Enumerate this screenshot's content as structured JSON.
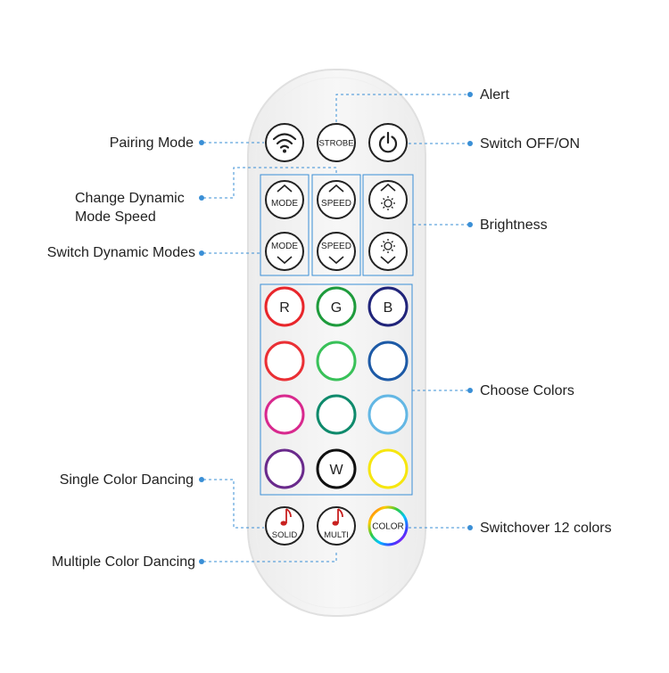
{
  "callouts": {
    "alert": "Alert",
    "switch_off_on": "Switch OFF/ON",
    "brightness": "Brightness",
    "choose_colors": "Choose Colors",
    "switchover_12_colors": "Switchover 12 colors",
    "pairing_mode": "Pairing Mode",
    "change_dynamic_mode_speed_1": "Change Dynamic",
    "change_dynamic_mode_speed_2": "Mode Speed",
    "switch_dynamic_modes": "Switch Dynamic Modes",
    "single_color_dancing": "Single Color Dancing",
    "multiple_color_dancing": "Multiple Color Dancing"
  },
  "buttons": {
    "strobe": "STROBE",
    "mode": "MODE",
    "speed": "SPEED",
    "r": "R",
    "g": "G",
    "b": "B",
    "w": "W",
    "solid": "SOLID",
    "multi": "MULTI",
    "color": "COLOR"
  },
  "icons": {
    "pairing": "wifi-icon",
    "power": "power-icon",
    "up": "chevron-up-icon",
    "down": "chevron-down-icon",
    "sun": "sun-icon",
    "note": "music-note-icon"
  },
  "colors": {
    "leader_line": "#3a8fd6",
    "group_box": "#3a8fd6",
    "remote_body": "#f3f3f3",
    "remote_edge": "#e2e2e2",
    "red": "#e8262b",
    "green": "#1e9b3c",
    "blue": "#20247a",
    "row2": [
      "#ea3035",
      "#39c159",
      "#1d5aa6"
    ],
    "row3": [
      "#d8298e",
      "#0f8a6c",
      "#63b7e4"
    ],
    "row4": [
      "#6a2a8c",
      "#111111",
      "#f6e610"
    ],
    "note_red": "#c8201f"
  }
}
